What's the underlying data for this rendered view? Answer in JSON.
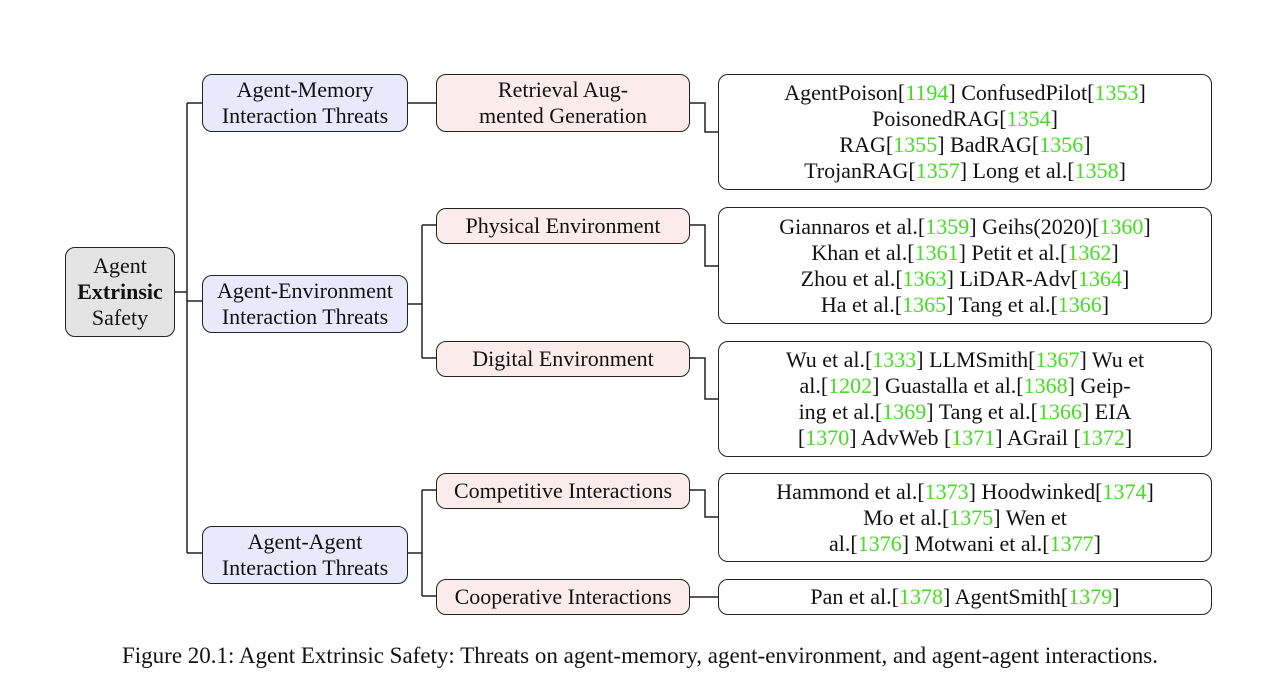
{
  "root": {
    "line1": "Agent",
    "line2": "Extrinsic",
    "line3": "Safety"
  },
  "categories": [
    {
      "line1": "Agent-Memory",
      "line2": "Interaction Threats"
    },
    {
      "line1": "Agent-Environment",
      "line2": "Interaction Threats"
    },
    {
      "line1": "Agent-Agent",
      "line2": "Interaction Threats"
    }
  ],
  "subcategories": [
    {
      "line1": "Retrieval Aug-",
      "line2": "mented Generation"
    },
    {
      "line1": "Physical Environment"
    },
    {
      "line1": "Digital Environment"
    },
    {
      "line1": "Competitive Interactions"
    },
    {
      "line1": "Cooperative Interactions"
    }
  ],
  "references": [
    {
      "lines": [
        [
          {
            "t": "AgentPoison["
          },
          {
            "c": "1194"
          },
          {
            "t": "] ConfusedPilot["
          },
          {
            "c": "1353"
          },
          {
            "t": "]"
          }
        ],
        [
          {
            "t": "PoisonedRAG["
          },
          {
            "c": "1354"
          },
          {
            "t": "]"
          }
        ],
        [
          {
            "t": "RAG["
          },
          {
            "c": "1355"
          },
          {
            "t": "] BadRAG["
          },
          {
            "c": "1356"
          },
          {
            "t": "]"
          }
        ],
        [
          {
            "t": "TrojanRAG["
          },
          {
            "c": "1357"
          },
          {
            "t": "] Long et al.["
          },
          {
            "c": "1358"
          },
          {
            "t": "]"
          }
        ]
      ]
    },
    {
      "lines": [
        [
          {
            "t": "Giannaros et al.["
          },
          {
            "c": "1359"
          },
          {
            "t": "] Geihs(2020)["
          },
          {
            "c": "1360"
          },
          {
            "t": "]"
          }
        ],
        [
          {
            "t": "Khan et al.["
          },
          {
            "c": "1361"
          },
          {
            "t": "] Petit et al.["
          },
          {
            "c": "1362"
          },
          {
            "t": "]"
          }
        ],
        [
          {
            "t": "Zhou et al.["
          },
          {
            "c": "1363"
          },
          {
            "t": "] LiDAR-Adv["
          },
          {
            "c": "1364"
          },
          {
            "t": "]"
          }
        ],
        [
          {
            "t": "Ha et al.["
          },
          {
            "c": "1365"
          },
          {
            "t": "] Tang et al.["
          },
          {
            "c": "1366"
          },
          {
            "t": "]"
          }
        ]
      ]
    },
    {
      "lines": [
        [
          {
            "t": "Wu et al.["
          },
          {
            "c": "1333"
          },
          {
            "t": "] LLMSmith["
          },
          {
            "c": "1367"
          },
          {
            "t": "] Wu et"
          }
        ],
        [
          {
            "t": "al.["
          },
          {
            "c": "1202"
          },
          {
            "t": "] Guastalla et al.["
          },
          {
            "c": "1368"
          },
          {
            "t": "] Geip-"
          }
        ],
        [
          {
            "t": "ing et al.["
          },
          {
            "c": "1369"
          },
          {
            "t": "] Tang et al.["
          },
          {
            "c": "1366"
          },
          {
            "t": "] EIA"
          }
        ],
        [
          {
            "t": "["
          },
          {
            "c": "1370"
          },
          {
            "t": "] AdvWeb ["
          },
          {
            "c": "1371"
          },
          {
            "t": "] AGrail ["
          },
          {
            "c": "1372"
          },
          {
            "t": "]"
          }
        ]
      ]
    },
    {
      "lines": [
        [
          {
            "t": "Hammond et al.["
          },
          {
            "c": "1373"
          },
          {
            "t": "] Hoodwinked["
          },
          {
            "c": "1374"
          },
          {
            "t": "]"
          }
        ],
        [
          {
            "t": "Mo et al.["
          },
          {
            "c": "1375"
          },
          {
            "t": "] Wen et"
          }
        ],
        [
          {
            "t": "al.["
          },
          {
            "c": "1376"
          },
          {
            "t": "] Motwani et al.["
          },
          {
            "c": "1377"
          },
          {
            "t": "]"
          }
        ]
      ]
    },
    {
      "lines": [
        [
          {
            "t": "Pan et al.["
          },
          {
            "c": "1378"
          },
          {
            "t": "] AgentSmith["
          },
          {
            "c": "1379"
          },
          {
            "t": "]"
          }
        ]
      ]
    }
  ],
  "caption": "Figure 20.1: Agent Extrinsic Safety: Threats on agent-memory, agent-environment, and agent-agent interactions.",
  "colors": {
    "citation": "#44dd22",
    "root_fill": "#e4e4e4",
    "category_fill": "#e8e9fa",
    "subcategory_fill": "#fbeceb"
  }
}
